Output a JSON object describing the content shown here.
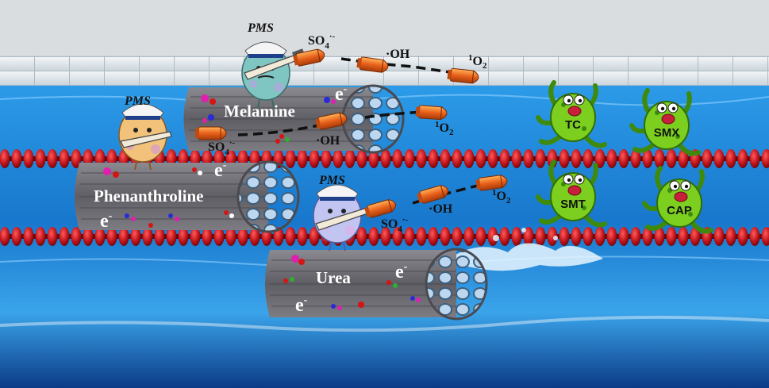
{
  "colors": {
    "water_top": "#1a7fd0",
    "water_bottom": "#0a3f8f",
    "lane_red": "#c0141b",
    "rod_gray": "#6f6f74",
    "bullet_orange": "#e8601a",
    "germ_green": "#7ccf1f",
    "pool_wall": "#dde6ec"
  },
  "labels": {
    "pms_top": "PMS",
    "pms_left": "PMS",
    "pms_mid": "PMS",
    "rod_melamine": "Melamine",
    "rod_phenanthroline": "Phenanthroline",
    "rod_urea": "Urea",
    "e_minus": "e",
    "e_sup": "-"
  },
  "species": {
    "so4_top": "SO",
    "so4_sub": "4",
    "so4_sup": "·-",
    "oh": "·OH",
    "o2_sup": "1",
    "o2": "O",
    "o2_sub": "2"
  },
  "pollutants": [
    {
      "name": "TC"
    },
    {
      "name": "SMX"
    },
    {
      "name": "SMT"
    },
    {
      "name": "CAP"
    }
  ],
  "icons": [
    "sailor-character-icon",
    "rifle-icon",
    "bullet-icon",
    "germ-icon",
    "carbon-rod-icon",
    "molecule-icon",
    "splash-icon"
  ]
}
